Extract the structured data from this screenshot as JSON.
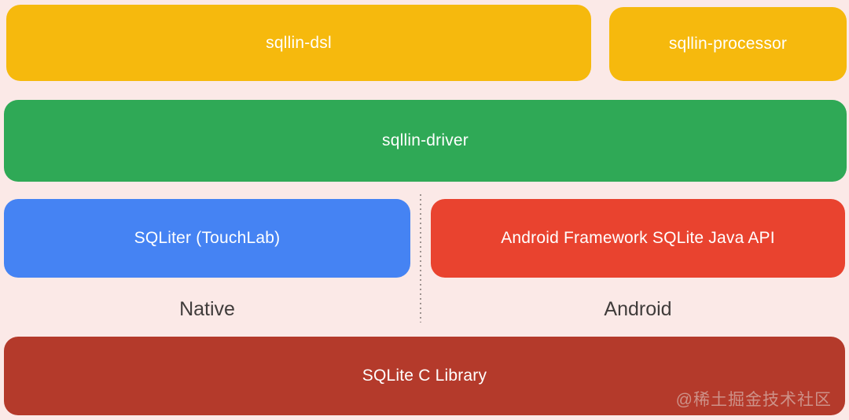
{
  "diagram": {
    "background_color": "#FBE9E7",
    "box_text_color": "#FFFFFF",
    "platform_label_color": "#403C3B",
    "divider_dot_color": "#9E9390"
  },
  "boxes": {
    "dsl": {
      "label": "sqllin-dsl",
      "color": "#F6B90D"
    },
    "processor": {
      "label": "sqllin-processor",
      "color": "#F6B90D"
    },
    "driver": {
      "label": "sqllin-driver",
      "color": "#2FA956"
    },
    "sqliter": {
      "label": "SQLiter (TouchLab)",
      "color": "#4583F3"
    },
    "android_api": {
      "label": "Android Framework SQLite Java API",
      "color": "#E9432F"
    },
    "sqlite_c": {
      "label": "SQLite C Library",
      "color": "#B43A2B"
    }
  },
  "platform_labels": {
    "native": "Native",
    "android": "Android"
  },
  "watermark": {
    "text": "@稀土掘金技术社区",
    "color": "rgba(226,216,214,0.55)"
  }
}
